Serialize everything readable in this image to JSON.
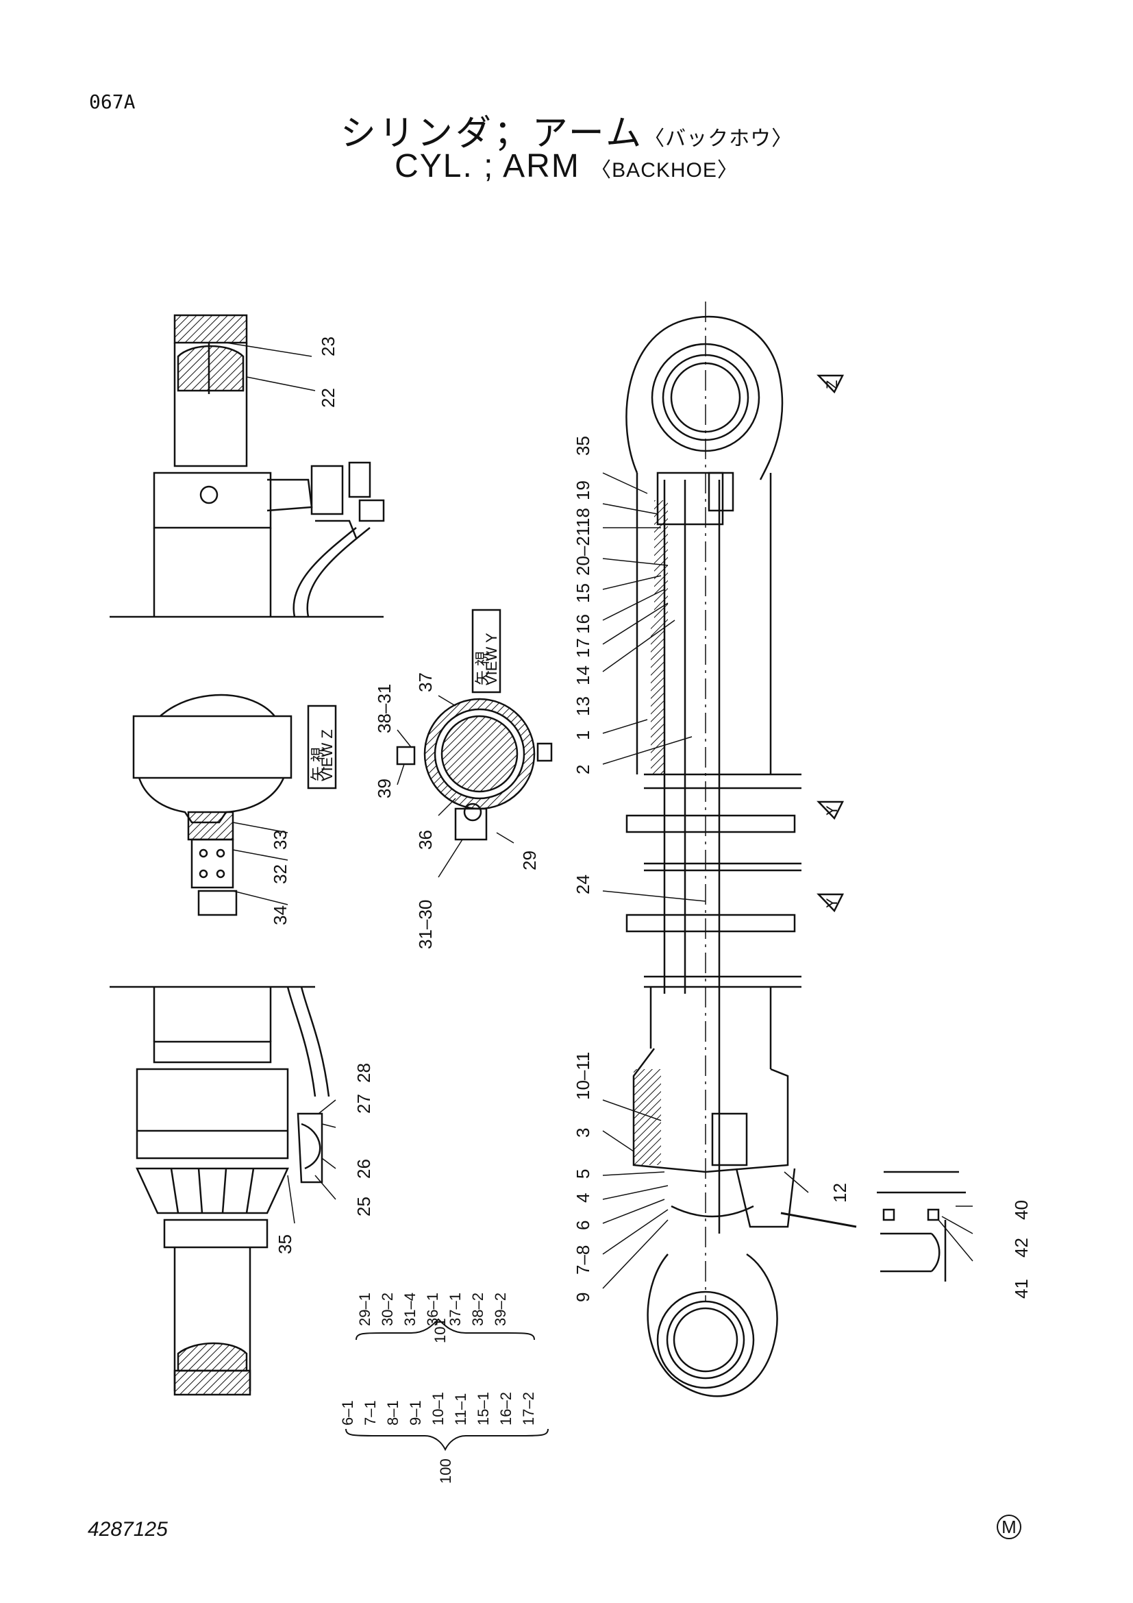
{
  "header": {
    "page_code": "067A",
    "title_jp": "シリンダ；アーム",
    "title_jp_sub": "〈バックホウ〉",
    "title_en": "CYL. ; ARM",
    "title_en_sub": "〈BACKHOE〉"
  },
  "footer": {
    "doc_number": "4287125",
    "mark": "M"
  },
  "views": {
    "view_y": "VIEW Y",
    "view_y_jp": "矢 視",
    "view_z": "VIEW Z",
    "view_z_jp": "矢 視",
    "arrow_z": "Z",
    "arrow_y1": "Y",
    "arrow_y2": "Y"
  },
  "callouts": {
    "c23": "23",
    "c22": "22",
    "c35a": "35",
    "c19": "19",
    "c18": "18",
    "c20_21": "20–21",
    "c15": "15",
    "c16": "16",
    "c17": "17",
    "c14": "14",
    "c13": "13",
    "c1": "1",
    "c2": "2",
    "c37": "37",
    "c38_31": "38–31",
    "c39": "39",
    "c36": "36",
    "c29": "29",
    "c31_30": "31–30",
    "c33": "33",
    "c32": "32",
    "c34": "34",
    "c24": "24",
    "c28": "28",
    "c27": "27",
    "c26": "26",
    "c25": "25",
    "c35b": "35",
    "c10_11": "10–11",
    "c3": "3",
    "c5": "5",
    "c4": "4",
    "c6": "6",
    "c7_8": "7–8",
    "c9": "9",
    "c12": "12",
    "c40": "40",
    "c42": "42",
    "c41": "41"
  },
  "kits": {
    "kit_101": {
      "number": "101",
      "items": [
        "29–1",
        "30–2",
        "31–4",
        "36–1",
        "37–1",
        "38–2",
        "39–2"
      ]
    },
    "kit_100": {
      "number": "100",
      "items": [
        "6–1",
        "7–1",
        "8–1",
        "9–1",
        "10–1",
        "11–1",
        "15–1",
        "16–2",
        "17–2"
      ]
    }
  }
}
